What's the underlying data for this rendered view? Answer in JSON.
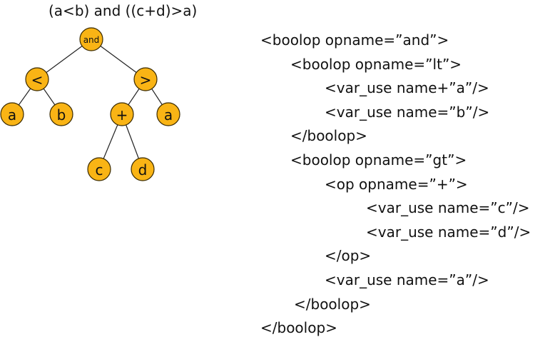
{
  "expression": "(a<b) and ((c+d)>a)",
  "tree": {
    "nodes": [
      {
        "id": "and",
        "label": "and"
      },
      {
        "id": "lt",
        "label": "<"
      },
      {
        "id": "gt",
        "label": ">"
      },
      {
        "id": "a1",
        "label": "a"
      },
      {
        "id": "b",
        "label": "b"
      },
      {
        "id": "plus",
        "label": "+"
      },
      {
        "id": "a2",
        "label": "a"
      },
      {
        "id": "c",
        "label": "c"
      },
      {
        "id": "d",
        "label": "d"
      }
    ],
    "edges": [
      [
        "and",
        "lt"
      ],
      [
        "and",
        "gt"
      ],
      [
        "lt",
        "a1"
      ],
      [
        "lt",
        "b"
      ],
      [
        "gt",
        "plus"
      ],
      [
        "gt",
        "a2"
      ],
      [
        "plus",
        "c"
      ],
      [
        "plus",
        "d"
      ]
    ],
    "node_color": "#F9B415"
  },
  "xml_lines": [
    {
      "indent": 0,
      "text": "<boolop opname=”and”>"
    },
    {
      "indent": 1,
      "text": "<boolop opname=”lt”>"
    },
    {
      "indent": 2,
      "text": "<var_use name+”a”/>"
    },
    {
      "indent": 2,
      "text": "<var_use name=”b”/>"
    },
    {
      "indent": 1,
      "text": "</boolop>"
    },
    {
      "indent": 1,
      "text": "<boolop opname=”gt”>"
    },
    {
      "indent": 2,
      "text": "<op opname=”+”>"
    },
    {
      "indent": 3,
      "text": "<var_use name=”c”/>"
    },
    {
      "indent": 3,
      "text": "<var_use name=”d”/>"
    },
    {
      "indent": 2,
      "text": "</op>"
    },
    {
      "indent": 2,
      "text": "<var_use name=”a”/>"
    },
    {
      "indent": 1.1,
      "text": "</boolop>"
    },
    {
      "indent": 0,
      "text": "</boolop>"
    }
  ]
}
